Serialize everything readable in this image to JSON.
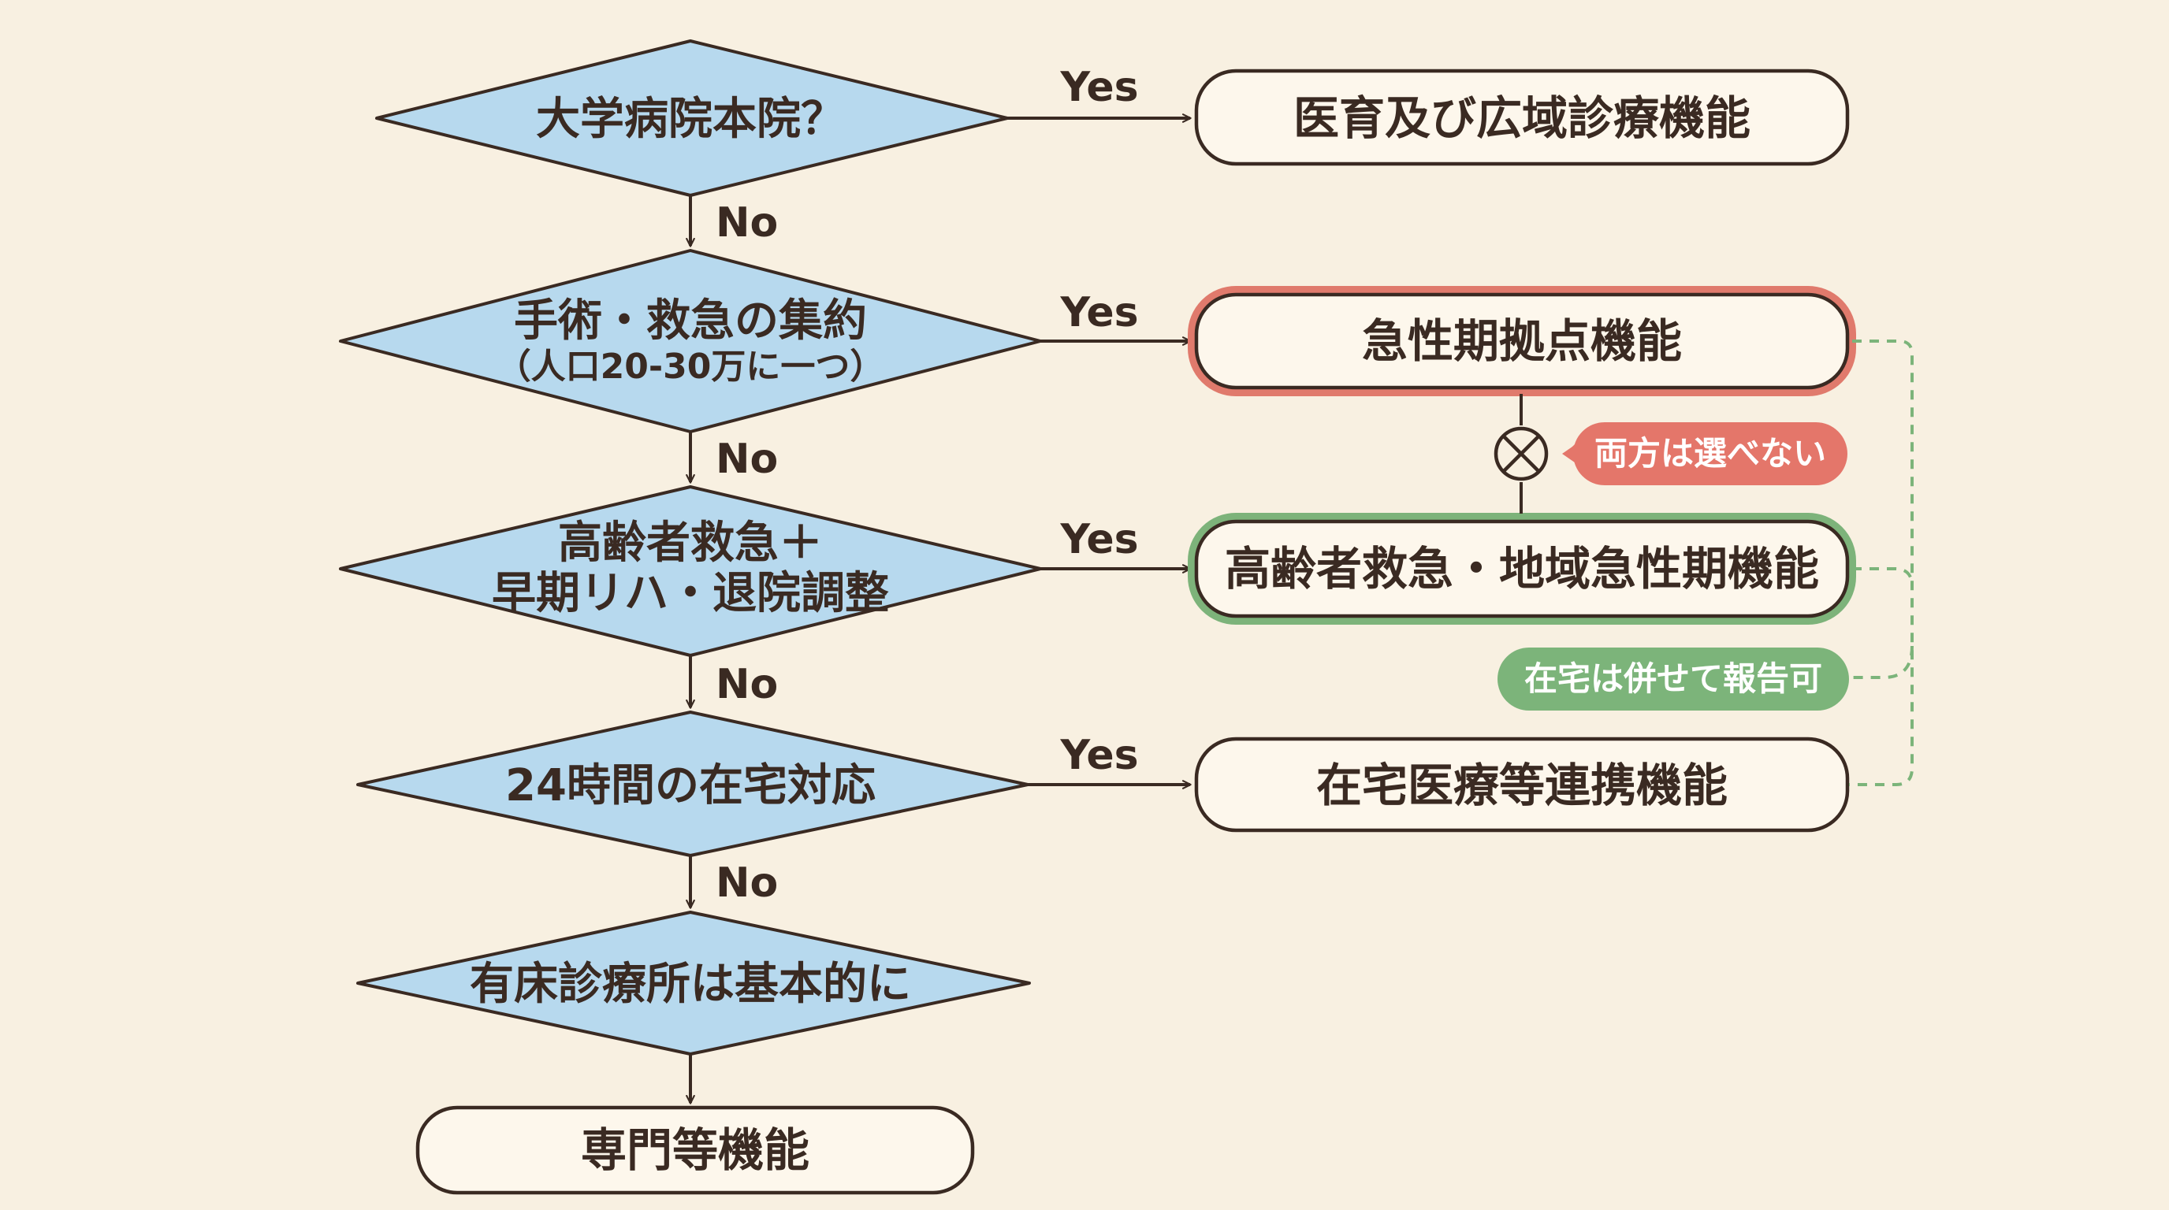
{
  "decisions": {
    "d1": {
      "label": "大学病院本院？"
    },
    "d2": {
      "line1": "手術・救急の集約",
      "line2": "（人口20-30万に一つ）"
    },
    "d3": {
      "line1": "高齢者救急＋",
      "line2": "早期リハ・退院調整"
    },
    "d4": {
      "label": "24時間の在宅対応"
    },
    "d5": {
      "label": "有床診療所は基本的に"
    }
  },
  "outcomes": {
    "o1": {
      "label": "医育及び広域診療機能"
    },
    "o2": {
      "label": "急性期拠点機能",
      "border_color": "#e07a6c"
    },
    "o3": {
      "label": "高齢者救急・地域急性期機能",
      "border_color": "#7db37a"
    },
    "o4": {
      "label": "在宅医療等連携機能"
    },
    "o5": {
      "label": "専門等機能"
    }
  },
  "edges": {
    "yes": "Yes",
    "no": "No"
  },
  "notes": {
    "exclusive": {
      "label": "両方は選べない",
      "color": "#e4766a"
    },
    "combinable": {
      "label": "在宅は併せて報告可",
      "color": "#7cb47a"
    }
  },
  "colors": {
    "diamond_fill": "#b7d9ee",
    "line": "#3a2a22",
    "box_fill": "#fdf7ec",
    "dashed_green": "#7cb47a"
  }
}
